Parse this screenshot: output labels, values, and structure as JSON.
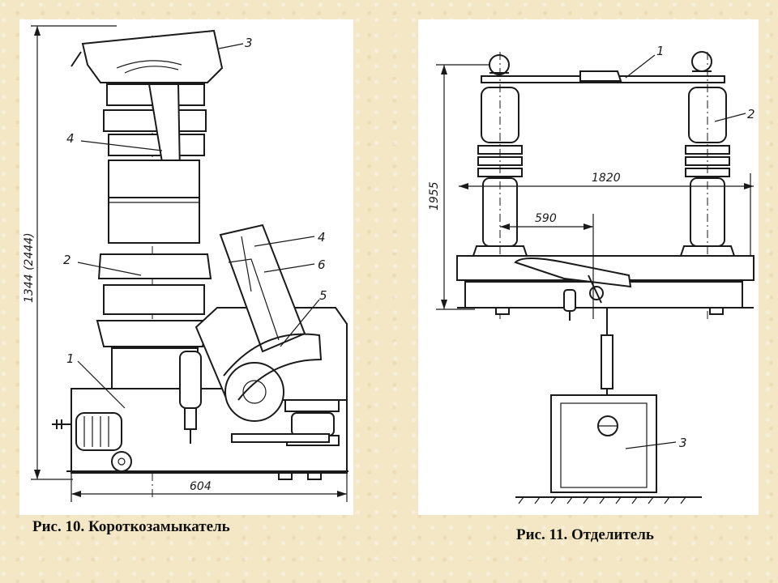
{
  "figure_left": {
    "caption": "Рис. 10. Короткозамыкатель",
    "labels": {
      "part_1": "1",
      "part_2": "2",
      "part_3": "3",
      "part_4a": "4",
      "part_4b": "4",
      "part_5": "5",
      "part_6": "6"
    },
    "dimensions": {
      "height": "1344 (2444)",
      "width": "604"
    }
  },
  "figure_right": {
    "caption": "Рис. 11. Отделитель",
    "labels": {
      "part_1": "1",
      "part_2": "2",
      "part_3": "3"
    },
    "dimensions": {
      "height": "1955",
      "span": "1820",
      "offset": "590"
    }
  },
  "colors": {
    "background": "#f3e7c6",
    "panel": "#ffffff",
    "ink": "#1a1a1a"
  }
}
